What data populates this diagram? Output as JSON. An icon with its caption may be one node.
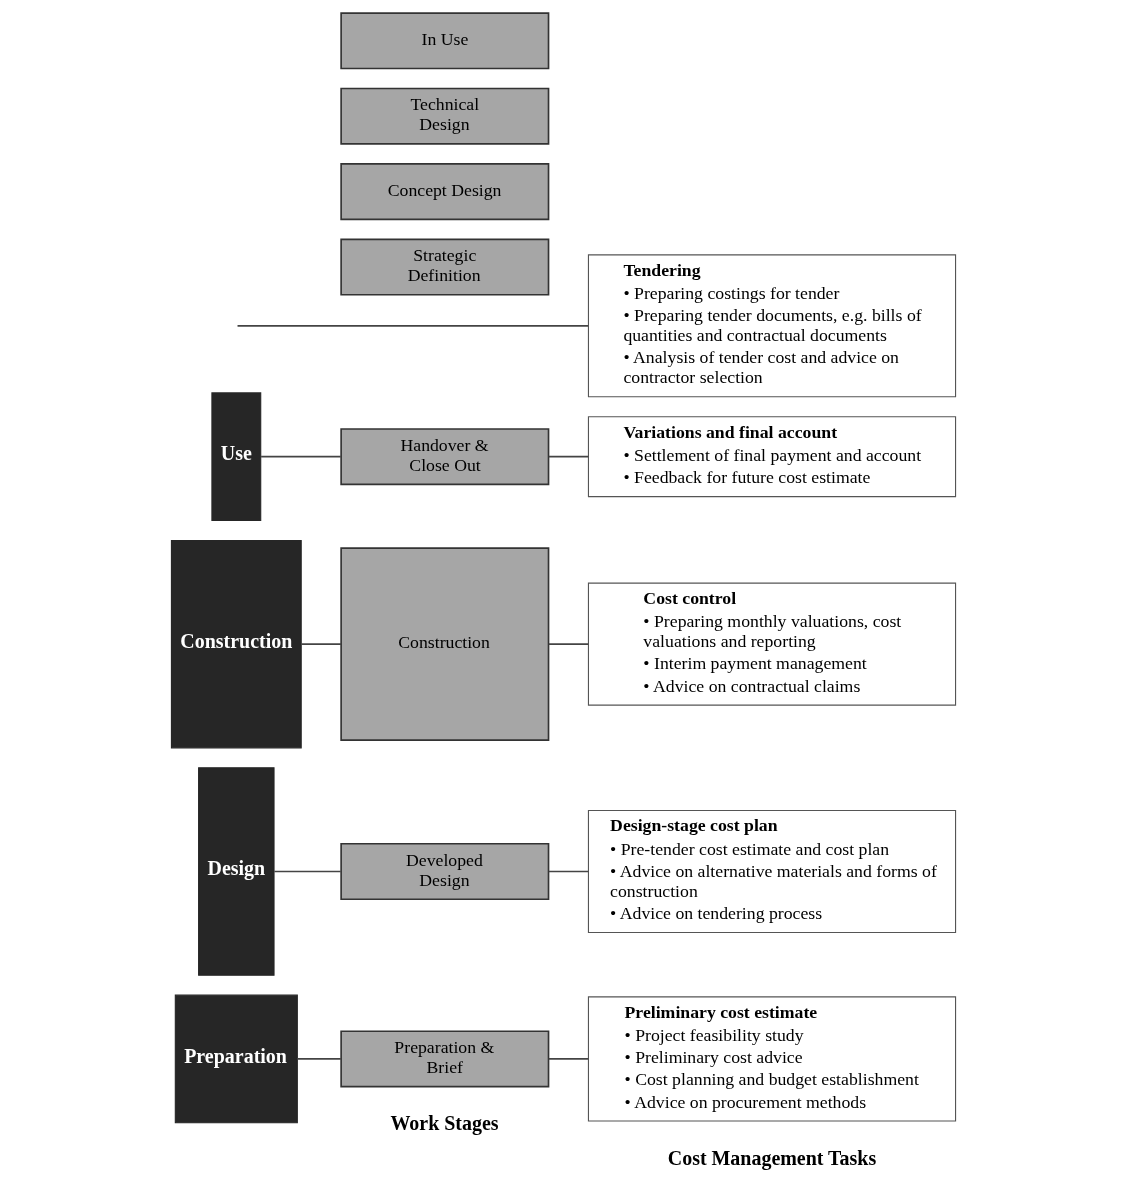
{
  "diagram": {
    "nodes": [
      {
        "text": [
          "Preparation"
        ]
      },
      {
        "text": [
          "Strategic Definition"
        ]
      },
      {
        "text": [
          "Preparation & Brief"
        ]
      },
      {
        "text": [
          "Preliminary cost estimate",
          "• Project feasibility study",
          "• Preliminary cost advice",
          "• Cost planning and budget establishment",
          "• Advice on procurement methods"
        ]
      },
      {
        "text": [
          "Design"
        ]
      },
      {
        "text": [
          "Concept Design"
        ]
      },
      {
        "text": [
          "Developed Design"
        ]
      },
      {
        "text": [
          "Design-stage cost plan",
          "• Pre-tender cost estimate and cost plan",
          "• Advice on alternative materials and forms of construction",
          "• Advice on tendering process"
        ]
      },
      {
        "text": [
          "Technical Design"
        ]
      },
      {
        "text": [
          "Tendering",
          "• Preparing costings for tender",
          "• Preparing tender documents, e.g. bills of quantities and contractual documents",
          "• Analysis of tender cost and advice on contractor selection"
        ]
      },
      {
        "text": [
          "Construction"
        ]
      },
      {
        "text": [
          "Construction"
        ]
      },
      {
        "text": [
          "Cost control",
          "• Preparing monthly valuations, cost valuations and reporting",
          "• Interim payment management",
          "• Advice on contractual claims"
        ]
      },
      {
        "text": [
          "Use"
        ]
      },
      {
        "text": [
          "Handover & Close Out"
        ]
      },
      {
        "text": [
          "In Use"
        ]
      },
      {
        "text": [
          "Variations and final account",
          "• Settlement of final payment and account",
          "• Feedback for future cost estimate"
        ]
      }
    ],
    "edges": [
      {
        "from": 0,
        "to": 2,
        "arrow": "none"
      },
      {
        "from": 2,
        "to": 3,
        "arrow": "none"
      },
      {
        "from": 4,
        "to": 6,
        "arrow": "none"
      },
      {
        "from": 6,
        "to": 7,
        "arrow": "none"
      },
      {
        "from": null,
        "to": 9,
        "arrow": "none"
      },
      {
        "from": 10,
        "to": 11,
        "arrow": "none"
      },
      {
        "from": 11,
        "to": 12,
        "arrow": "none"
      },
      {
        "from": 13,
        "to": 14,
        "arrow": "none"
      },
      {
        "from": 14,
        "to": 16,
        "arrow": "none"
      }
    ],
    "labels": [
      "Work Stages",
      "Cost Management Tasks"
    ]
  }
}
